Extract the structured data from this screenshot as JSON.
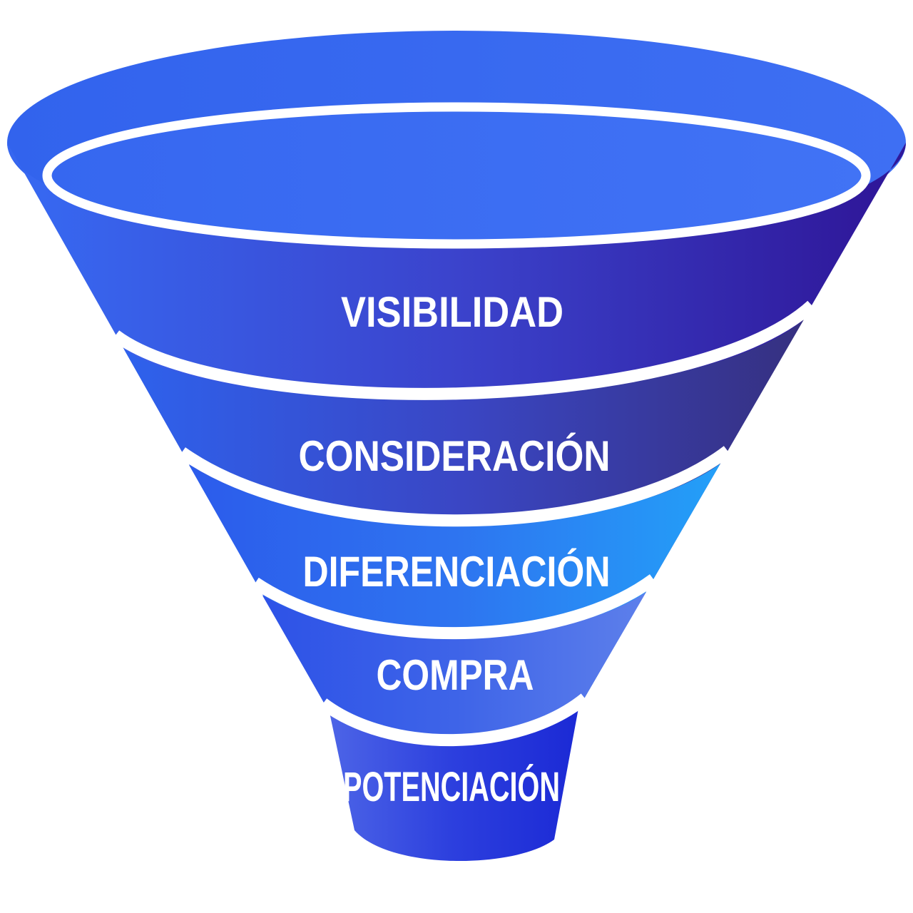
{
  "diagram": {
    "type": "funnel",
    "orientation": "wide-top-narrow-bottom",
    "background_color": "#ffffff",
    "separator_color": "#ffffff",
    "label_color": "#ffffff",
    "rim": {
      "lip_color_left": "#3263ED",
      "lip_color_right": "#3E6FF3",
      "mouth_color_left": "#3667F0",
      "mouth_color_right": "#4173F5",
      "ring_color": "#ffffff"
    },
    "stages": [
      {
        "label": "VISIBILIDAD",
        "color_left": "#3767F0",
        "color_mid": "#3B43CC",
        "color_right": "#2F189A"
      },
      {
        "label": "CONSIDERACIÓN",
        "color_left": "#2E62ED",
        "color_mid": "#3A46C4",
        "color_right": "#363080"
      },
      {
        "label": "DIFERENCIACIÓN",
        "color_left": "#2C5BEB",
        "color_mid": "#2E74F0",
        "color_right": "#23A0F8"
      },
      {
        "label": "COMPRA",
        "color_left": "#2D52E7",
        "color_mid": "#3E64E8",
        "color_right": "#5E80EB"
      },
      {
        "label": "POTENCIACIÓN",
        "color_left": "#4E66E7",
        "color_mid": "#2C3FDE",
        "color_right": "#1B29D5"
      }
    ]
  }
}
